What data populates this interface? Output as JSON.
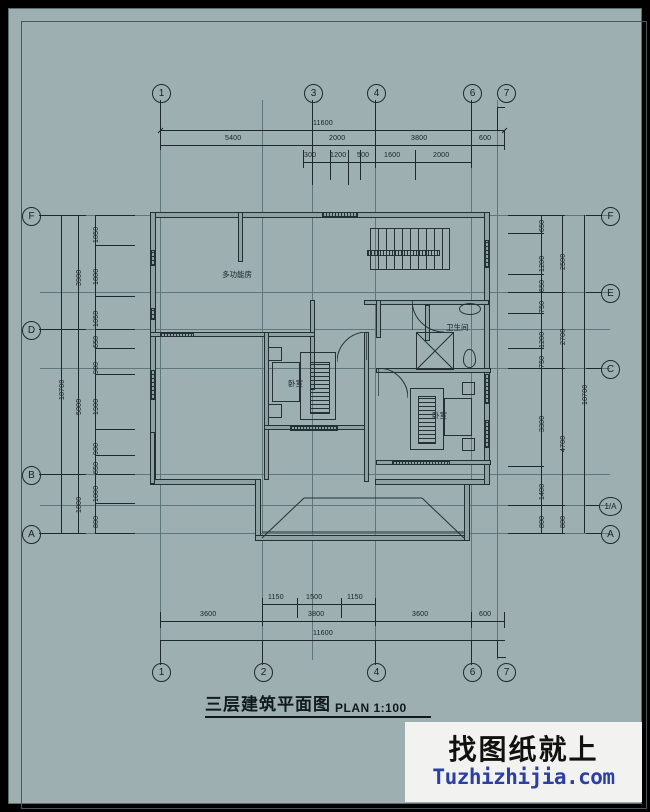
{
  "document": {
    "type": "architectural-floor-plan",
    "title_cn": "三层建筑平面图",
    "title_en": "PLAN 1:100",
    "scale": "1:100"
  },
  "watermark": {
    "line_cn": "找图纸就上",
    "line_en": "Tuzhizhijia.com",
    "bg_color": "#f2f2f0",
    "text_color_cn": "#111111",
    "text_color_en": "#2b3fa5"
  },
  "colors": {
    "paper": "#9dafb1",
    "ink": "#1d2a2c",
    "frame": "#000000",
    "grid": "#60777a"
  },
  "rooms": [
    {
      "name": "多功能房",
      "id": "multi-function-room"
    },
    {
      "name": "卧室",
      "id": "bedroom-left"
    },
    {
      "name": "卫生间",
      "id": "bathroom"
    },
    {
      "name": "卧室",
      "id": "bedroom-right"
    }
  ],
  "grid_bubbles": {
    "top": [
      "1",
      "3",
      "4",
      "6",
      "7"
    ],
    "bottom": [
      "1",
      "2",
      "4",
      "6",
      "7"
    ],
    "left": [
      "F",
      "D",
      "B",
      "A"
    ],
    "right": [
      "F",
      "E",
      "C",
      "1/A",
      "A"
    ]
  },
  "dimensions": {
    "top": {
      "overall": [
        "11600"
      ],
      "row2": [
        "5400",
        "2000",
        "3800",
        "600"
      ],
      "row3": [
        "300",
        "1200",
        "500",
        "1600",
        "2000"
      ]
    },
    "bottom": {
      "row1": [
        "1150",
        "1500",
        "1150"
      ],
      "row2": [
        "3600",
        "3800",
        "3600",
        "600"
      ],
      "overall": [
        "11600"
      ]
    },
    "left": {
      "overall": [
        "10700"
      ],
      "mid": [
        "3900",
        "5000",
        "1800"
      ],
      "inner": [
        "1050",
        "1800",
        "1050",
        "650",
        "900",
        "1900",
        "900",
        "650",
        "1000",
        "800"
      ]
    },
    "right": {
      "inner": [
        "650",
        "1200",
        "650",
        "750",
        "1200",
        "750",
        "3300",
        "1400",
        "800"
      ],
      "mid": [
        "2500",
        "2700",
        "4700",
        "800"
      ],
      "overall": [
        "10700"
      ]
    }
  }
}
